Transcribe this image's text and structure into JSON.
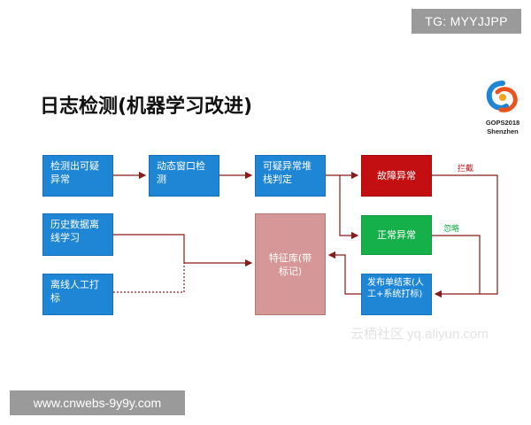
{
  "badges": {
    "tg": "TG: MYYJJPP",
    "url": "www.cnwebs-9y9y.com"
  },
  "title": "日志检测(机器学习改进)",
  "logo": {
    "line1": "GOPS2018",
    "line2": "Shenzhen"
  },
  "nodes": {
    "detect_anomaly": "检测出可疑异常",
    "dynamic_window": "动态窗口检测",
    "suspicious_stack": "可疑异常堆栈判定",
    "fault_anomaly": "故障异常",
    "normal_anomaly": "正常异常",
    "history_learning": "历史数据离线学习",
    "offline_label": "离线人工打标",
    "feature_db": "特征库(带标记)",
    "release_label": "发布单结束(人工+系统打标)"
  },
  "edge_labels": {
    "intercept": "拦截",
    "ignore": "忽略"
  },
  "watermark": "云栖社区 yq.aliyun.com",
  "colors": {
    "blue": "#1f86d6",
    "red": "#c40f12",
    "green": "#16b04a",
    "pink": "#d59797",
    "arrow": "#8b1a1a"
  }
}
